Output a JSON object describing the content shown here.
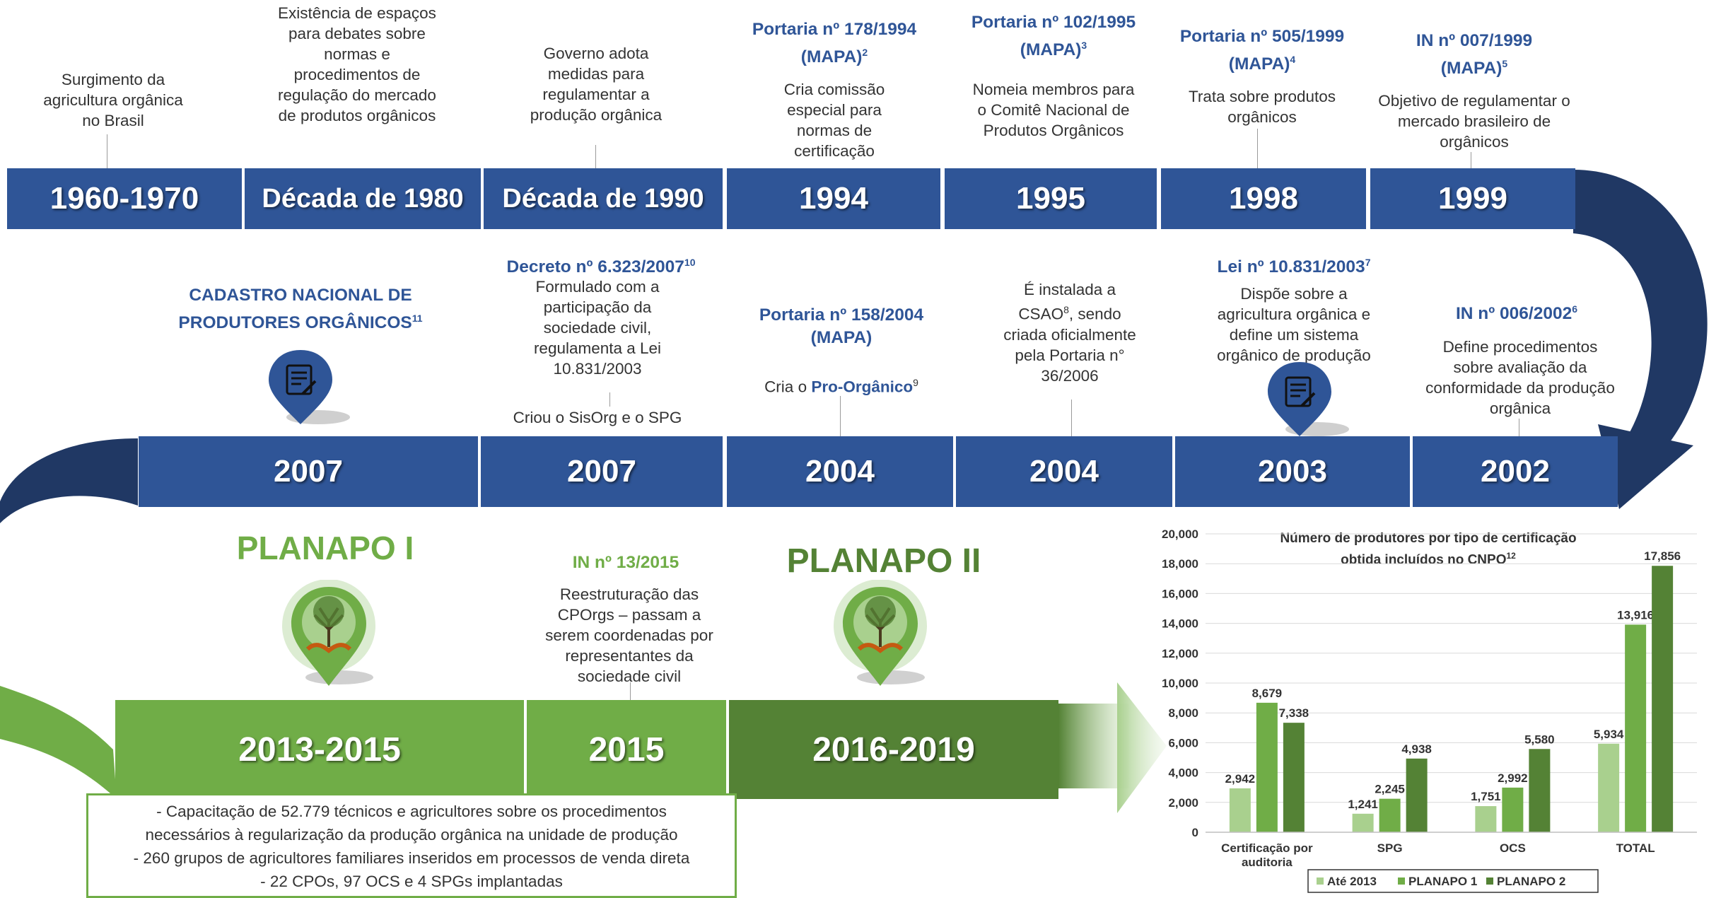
{
  "row1": [
    {
      "label": "1960-1970",
      "title": "",
      "desc": "Surgimento da agricultura orgânica no Brasil"
    },
    {
      "label": "Década de 1980",
      "title": "",
      "desc": "Existência de espaços para debates sobre normas e procedimentos de regulação do mercado de produtos orgânicos"
    },
    {
      "label": "Década de 1990",
      "title": "",
      "desc": "Governo adota medidas para regulamentar a produção orgânica"
    },
    {
      "label": "1994",
      "title": "Portaria nº 178/1994 (MAPA)",
      "title_sup": "2",
      "desc": "Cria comissão especial para normas de certificação"
    },
    {
      "label": "1995",
      "title": "Portaria nº 102/1995 (MAPA)",
      "title_sup": "3",
      "desc": "Nomeia membros para o Comitê Nacional de Produtos Orgânicos"
    },
    {
      "label": "1998",
      "title": "Portaria nº 505/1999 (MAPA)",
      "title_sup": "4",
      "desc": "Trata sobre produtos orgânicos"
    },
    {
      "label": "1999",
      "title": "IN nº 007/1999 (MAPA)",
      "title_sup": "5",
      "desc": "Objetivo de regulamentar o mercado brasileiro de orgânicos"
    }
  ],
  "row2": [
    {
      "label": "2007",
      "title": "CADASTRO NACIONAL DE PRODUTORES ORGÂNICOS",
      "title_sup": "11",
      "desc": ""
    },
    {
      "label": "2007",
      "title": "Decreto nº 6.323/2007",
      "title_sup": "10",
      "desc": "Formulado com a participação da sociedade civil, regulamenta a Lei 10.831/2003",
      "desc2": "Criou o SisOrg e o SPG"
    },
    {
      "label": "2004",
      "title": "Portaria nº 158/2004 (MAPA)",
      "desc_pre": "Cria o ",
      "desc_bold": "Pro-Orgânico",
      "desc_sup": "9"
    },
    {
      "label": "2004",
      "title": "",
      "desc": "É instalada a CSAO",
      "desc_sup": "8",
      "desc_post": ", sendo criada oficialmente pela Portaria n° 36/2006"
    },
    {
      "label": "2003",
      "title": "Lei nº 10.831/2003",
      "title_sup": "7",
      "desc": "Dispõe sobre a agricultura orgânica e define um sistema orgânico de produção"
    },
    {
      "label": "2002",
      "title": "IN nº 006/2002",
      "title_sup": "6",
      "desc": "Define procedimentos sobre avaliação da conformidade da produção orgânica"
    }
  ],
  "row3": [
    {
      "label": "2013-2015",
      "title": "PLANAPO I"
    },
    {
      "label": "2015",
      "title": "IN nº 13/2015",
      "desc": "Reestruturação das CPOrgs – passam a serem coordenadas por representantes da sociedade civil"
    },
    {
      "label": "2016-2019",
      "title": "PLANAPO II"
    }
  ],
  "notes": [
    "- Capacitação de 52.779 técnicos e agricultores sobre os procedimentos necessários à regularização da produção orgânica na unidade de produção",
    "- 260 grupos de agricultores familiares inseridos em processos de venda direta",
    "- 22 CPOs, 97 OCS e 4 SPGs implantadas"
  ],
  "chart_data": {
    "type": "bar",
    "title": "Número de produtores por tipo de certificação obtida incluídos no CNPO",
    "title_sup": "12",
    "categories": [
      "Certificação por auditoria",
      "SPG",
      "OCS",
      "TOTAL"
    ],
    "series": [
      {
        "name": "Até 2013",
        "color": "#a9d08e",
        "values": [
          2942,
          1241,
          1751,
          5934
        ]
      },
      {
        "name": "PLANAPO 1",
        "color": "#70ad47",
        "values": [
          8679,
          2245,
          2992,
          13916
        ]
      },
      {
        "name": "PLANAPO 2",
        "color": "#548235",
        "values": [
          7338,
          4938,
          5580,
          17856
        ]
      }
    ],
    "ylim": [
      0,
      20000
    ],
    "yticks": [
      "0",
      "2,000",
      "4,000",
      "6,000",
      "8,000",
      "10,000",
      "12,000",
      "14,000",
      "16,000",
      "18,000",
      "20,000"
    ],
    "grid": true,
    "legend": "bottom"
  },
  "colors": {
    "blue": "#2f5597",
    "green": "#70ad47",
    "dark_green": "#548235",
    "light_green": "#a9d08e"
  },
  "icons": {
    "document": "document-pen-icon",
    "tree": "tree-hands-icon"
  }
}
